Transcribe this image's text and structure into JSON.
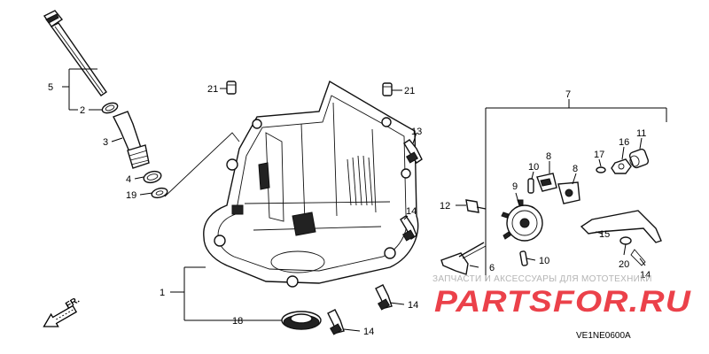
{
  "diagram": {
    "callouts": [
      {
        "id": "c1",
        "label": "1"
      },
      {
        "id": "c2",
        "label": "2"
      },
      {
        "id": "c3",
        "label": "3"
      },
      {
        "id": "c4",
        "label": "4"
      },
      {
        "id": "c5",
        "label": "5"
      },
      {
        "id": "c6",
        "label": "6"
      },
      {
        "id": "c7",
        "label": "7"
      },
      {
        "id": "c8a",
        "label": "8"
      },
      {
        "id": "c8b",
        "label": "8"
      },
      {
        "id": "c9",
        "label": "9"
      },
      {
        "id": "c10a",
        "label": "10"
      },
      {
        "id": "c10b",
        "label": "10"
      },
      {
        "id": "c11",
        "label": "11"
      },
      {
        "id": "c12",
        "label": "12"
      },
      {
        "id": "c13",
        "label": "13"
      },
      {
        "id": "c14a",
        "label": "14"
      },
      {
        "id": "c14b",
        "label": "14"
      },
      {
        "id": "c14c",
        "label": "14"
      },
      {
        "id": "c14d",
        "label": "14"
      },
      {
        "id": "c15",
        "label": "15"
      },
      {
        "id": "c16",
        "label": "16"
      },
      {
        "id": "c17",
        "label": "17"
      },
      {
        "id": "c18",
        "label": "18"
      },
      {
        "id": "c19",
        "label": "19"
      },
      {
        "id": "c20",
        "label": "20"
      },
      {
        "id": "c21a",
        "label": "21"
      },
      {
        "id": "c21b",
        "label": "21"
      }
    ],
    "direction_label": "FR.",
    "diagram_code": "VE1NE0600A"
  },
  "watermark": {
    "subtitle": "ЗАПЧАСТИ И АКСЕССУАРЫ ДЛЯ МОТОТЕХНИКИ",
    "brand": "PARTSFOR.RU",
    "color": "#e8202a"
  }
}
